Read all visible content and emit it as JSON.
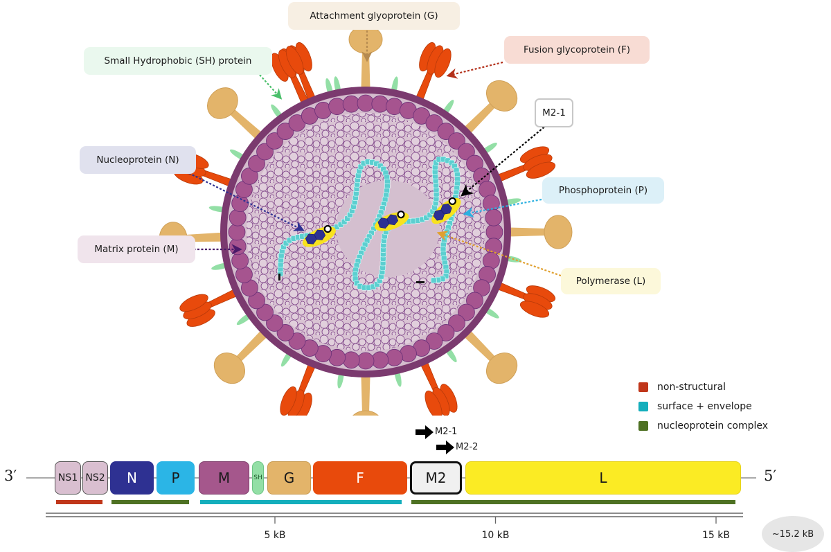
{
  "title": "RSV virion structure and genome organization",
  "colors": {
    "envelope": "#7b3a6f",
    "matrix_layer": "#a6548f",
    "interior": "#d9c3d3",
    "F_spike": "#e84a0c",
    "G_spike": "#e3b46a",
    "SH": "#93dfa6",
    "rna": "#5ccfd0",
    "polymerase": "#f8e21e",
    "nucleoprotein": "#2e3192",
    "legend_nonstructural": "#c0361a",
    "legend_surface": "#14aebc",
    "legend_nucleoprotein": "#4e7123"
  },
  "callouts": [
    {
      "id": "G",
      "label": "Attachment glyoprotein (G)",
      "bg": "#f7efe3",
      "border": "none",
      "arrow": "#b58a50"
    },
    {
      "id": "SH",
      "label": "Small Hydrophobic (SH) protein",
      "bg": "#eaf8ee",
      "border": "none",
      "arrow": "#4bbf6b"
    },
    {
      "id": "F",
      "label": "Fusion glycoprotein (F)",
      "bg": "#f8dcd4",
      "border": "none",
      "arrow": "#b3301a"
    },
    {
      "id": "M21",
      "label": "M2-1",
      "bg": "#ffffff",
      "border": "#c8c8c8",
      "arrow": "#000000"
    },
    {
      "id": "N",
      "label": "Nucleoprotein (N)",
      "bg": "#e0e1ee",
      "border": "none",
      "arrow": "#2e3192"
    },
    {
      "id": "P",
      "label": "Phosphoprotein (P)",
      "bg": "#dcf0f8",
      "border": "none",
      "arrow": "#2bb0e0"
    },
    {
      "id": "M",
      "label": "Matrix protein (M)",
      "bg": "#f0e4ec",
      "border": "none",
      "arrow": "#4a1a6a"
    },
    {
      "id": "L",
      "label": "Polymerase (L)",
      "bg": "#fcf8da",
      "border": "none",
      "arrow": "#e0a030"
    }
  ],
  "legend": [
    {
      "label": "non-structural",
      "color": "#c0361a"
    },
    {
      "label": "surface + envelope",
      "color": "#14aebc"
    },
    {
      "label": "nucleoprotein complex",
      "color": "#4e7123"
    }
  ],
  "genome": {
    "three_prime": "3′",
    "five_prime": "5′",
    "genes": [
      {
        "name": "NS1",
        "fill": "#d9bfd0",
        "text": "#1a1a1a",
        "border": "#555555"
      },
      {
        "name": "NS2",
        "fill": "#d9bfd0",
        "text": "#1a1a1a",
        "border": "#555555"
      },
      {
        "name": "N",
        "fill": "#2e3192",
        "text": "#ffffff",
        "border": "#2e3192"
      },
      {
        "name": "P",
        "fill": "#2bb5e6",
        "text": "#1a1a1a",
        "border": "#2bb5e6"
      },
      {
        "name": "M",
        "fill": "#a5578c",
        "text": "#1a1a1a",
        "border": "#7f3f6c"
      },
      {
        "name": "SH",
        "fill": "#93dfa6",
        "text": "#1d5a2a",
        "border": "#6cc584"
      },
      {
        "name": "G",
        "fill": "#e3b46a",
        "text": "#1a1a1a",
        "border": "#c99a50"
      },
      {
        "name": "F",
        "fill": "#e84a0c",
        "text": "#ffffff",
        "border": "#e84a0c"
      },
      {
        "name": "M2",
        "fill": "#f0f0f0",
        "text": "#1a1a1a",
        "border": "#111111"
      },
      {
        "name": "L",
        "fill": "#fbeb24",
        "text": "#1a1a1a",
        "border": "#e6d21a"
      }
    ],
    "orfs": [
      "M2-1",
      "M2-2"
    ],
    "category_bars": [
      {
        "category": "non-structural",
        "color": "#c0361a",
        "genes": [
          "NS1",
          "NS2"
        ]
      },
      {
        "category": "nucleoprotein complex",
        "color": "#4e7123",
        "genes": [
          "N",
          "P"
        ]
      },
      {
        "category": "surface + envelope",
        "color": "#14aebc",
        "genes": [
          "M",
          "SH",
          "G",
          "F"
        ]
      },
      {
        "category": "nucleoprotein complex",
        "color": "#4e7123",
        "genes": [
          "M2",
          "L"
        ]
      }
    ],
    "scale": {
      "unit": "kB",
      "ticks": [
        {
          "value": 5,
          "label": "5 kB"
        },
        {
          "value": 10,
          "label": "10 kB"
        },
        {
          "value": 15,
          "label": "15 kB"
        }
      ],
      "total_length_label": "~15.2 kB",
      "total_length": 15.2
    }
  }
}
